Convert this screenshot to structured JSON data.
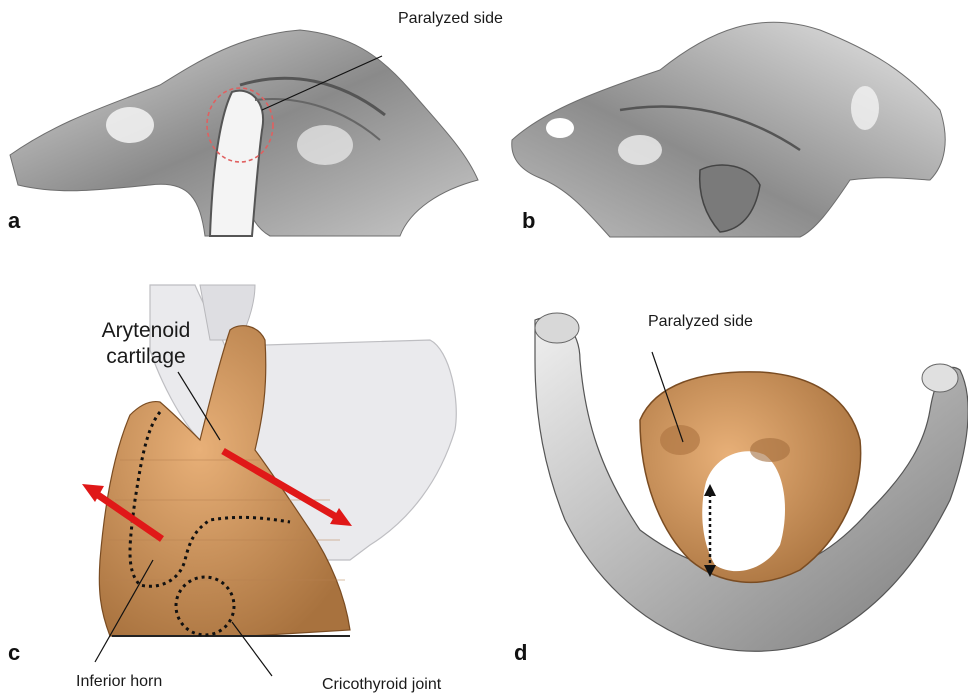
{
  "panels": [
    {
      "letter": "a",
      "callout": "Paralyzed side"
    },
    {
      "letter": "b"
    },
    {
      "letter": "c",
      "title_line1": "Arytenoid",
      "title_line2": "cartilage",
      "label_left": "Inferior horn",
      "label_right": "Cricothyroid joint"
    },
    {
      "letter": "d",
      "callout": "Paralyzed side"
    }
  ],
  "colors": {
    "tissue_gray": "#9a9a9a",
    "cartilage_orange": "#c8925a",
    "arrow_red": "#e01818",
    "highlight_circle": "#e06060"
  }
}
